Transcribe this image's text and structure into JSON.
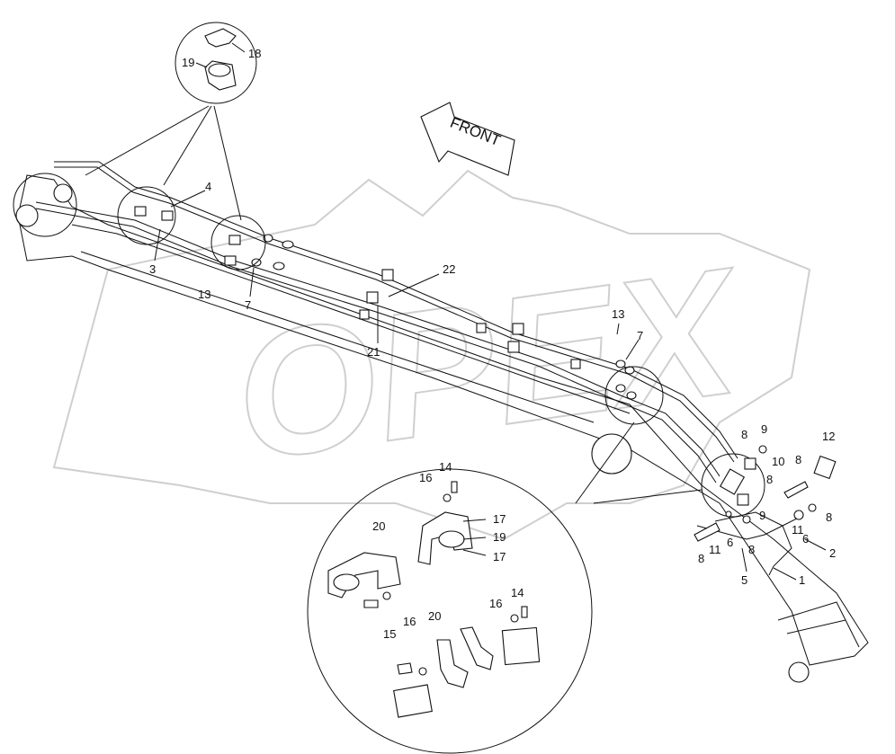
{
  "diagram": {
    "direction_label": "FRONT",
    "watermark_text": "OPEX",
    "callouts": {
      "c18": "18",
      "c19_top": "19",
      "c4": "4",
      "c3": "3",
      "c13_left": "13",
      "c7_left": "7",
      "c22": "22",
      "c21": "21",
      "c13_right": "13",
      "c7_right": "7",
      "c9_top": "9",
      "c8_a": "8",
      "c12": "12",
      "c10": "10",
      "c8_b": "8",
      "c8_c": "8",
      "c8_d": "8",
      "c11_a": "11",
      "c9_mid": "9",
      "c6_a": "6",
      "c6_b": "6",
      "c2": "2",
      "c8_e": "8",
      "c11_b": "11",
      "c1": "1",
      "c5": "5",
      "c8_f": "8",
      "c14_top": "14",
      "c16_top": "16",
      "c17_a": "17",
      "c19_det": "19",
      "c17_b": "17",
      "c20_left": "20",
      "c20_mid": "20",
      "c16_mid": "16",
      "c15": "15",
      "c16_right": "16",
      "c14_right": "14"
    }
  }
}
